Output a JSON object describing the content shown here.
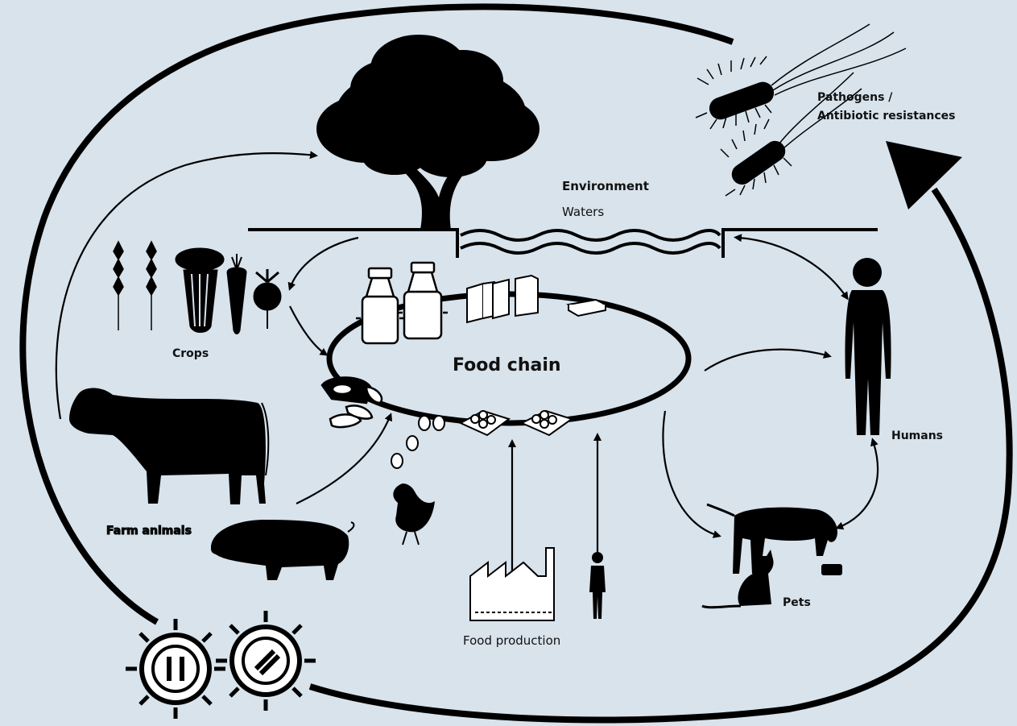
{
  "labels": {
    "environment": "Environment",
    "waters": "Waters",
    "pathogens_line1": "Pathogens /",
    "pathogens_line2": "Antibiotic resistances",
    "food_chain": "Food chain",
    "crops": "Crops",
    "farm_animals": "Farm animals",
    "humans": "Humans",
    "pets": "Pets",
    "food_production": "Food production"
  },
  "colors": {
    "background": "#d8e3ec",
    "ink": "#000000",
    "product_fill": "#ffffff"
  },
  "icons": [
    "tree-icon",
    "bacteria-icon",
    "wheat-icon",
    "celery-icon",
    "carrot-icon",
    "beet-icon",
    "milk-can-icon",
    "milk-carton-icon",
    "butter-icon",
    "meat-icon",
    "sausage-icon",
    "egg-icon",
    "egg-carton-icon",
    "cow-icon",
    "pig-icon",
    "chicken-icon",
    "factory-icon",
    "worker-icon",
    "human-icon",
    "dog-icon",
    "cat-icon",
    "food-bowl-icon",
    "virus-icon"
  ]
}
